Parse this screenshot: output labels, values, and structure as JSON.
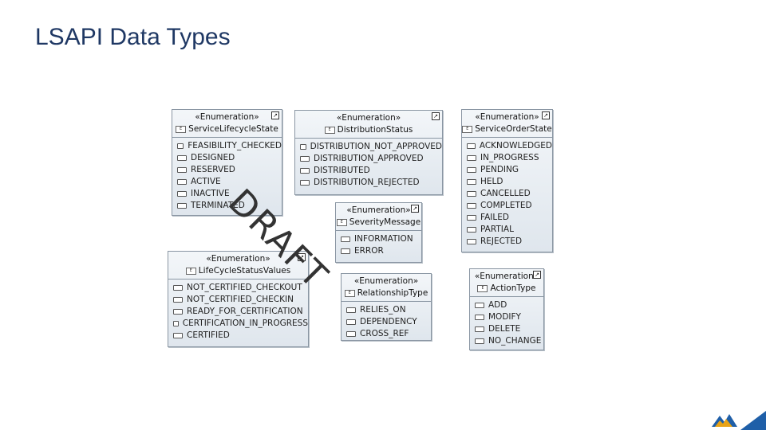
{
  "title": "LSAPI Data Types",
  "watermark": "DRAFT",
  "enumerations": [
    {
      "stereotype": "«Enumeration»",
      "name": "ServiceLifecycleState",
      "literals": [
        "FEASIBILITY_CHECKED",
        "DESIGNED",
        "RESERVED",
        "ACTIVE",
        "INACTIVE",
        "TERMINATED"
      ]
    },
    {
      "stereotype": "«Enumeration»",
      "name": "DistributionStatus",
      "literals": [
        "DISTRIBUTION_NOT_APPROVED",
        "DISTRIBUTION_APPROVED",
        "DISTRIBUTED",
        "DISTRIBUTION_REJECTED"
      ]
    },
    {
      "stereotype": "«Enumeration»",
      "name": "ServiceOrderState",
      "literals": [
        "ACKNOWLEDGED",
        "IN_PROGRESS",
        "PENDING",
        "HELD",
        "CANCELLED",
        "COMPLETED",
        "FAILED",
        "PARTIAL",
        "REJECTED"
      ]
    },
    {
      "stereotype": "«Enumeration»",
      "name": "SeverityMessage",
      "literals": [
        "INFORMATION",
        "ERROR"
      ]
    },
    {
      "stereotype": "«Enumeration»",
      "name": "LifeCycleStatusValues",
      "literals": [
        "NOT_CERTIFIED_CHECKOUT",
        "NOT_CERTIFIED_CHECKIN",
        "READY_FOR_CERTIFICATION",
        "CERTIFICATION_IN_PROGRESS",
        "CERTIFIED"
      ]
    },
    {
      "stereotype": "«Enumeration»",
      "name": "RelationshipType",
      "literals": [
        "RELIES_ON",
        "DEPENDENCY",
        "CROSS_REF"
      ]
    },
    {
      "stereotype": "«Enumeration»",
      "name": "ActionType",
      "literals": [
        "ADD",
        "MODIFY",
        "DELETE",
        "NO_CHANGE"
      ]
    }
  ],
  "colors": {
    "title": "#1f3864",
    "box_border": "#8a96a3"
  }
}
